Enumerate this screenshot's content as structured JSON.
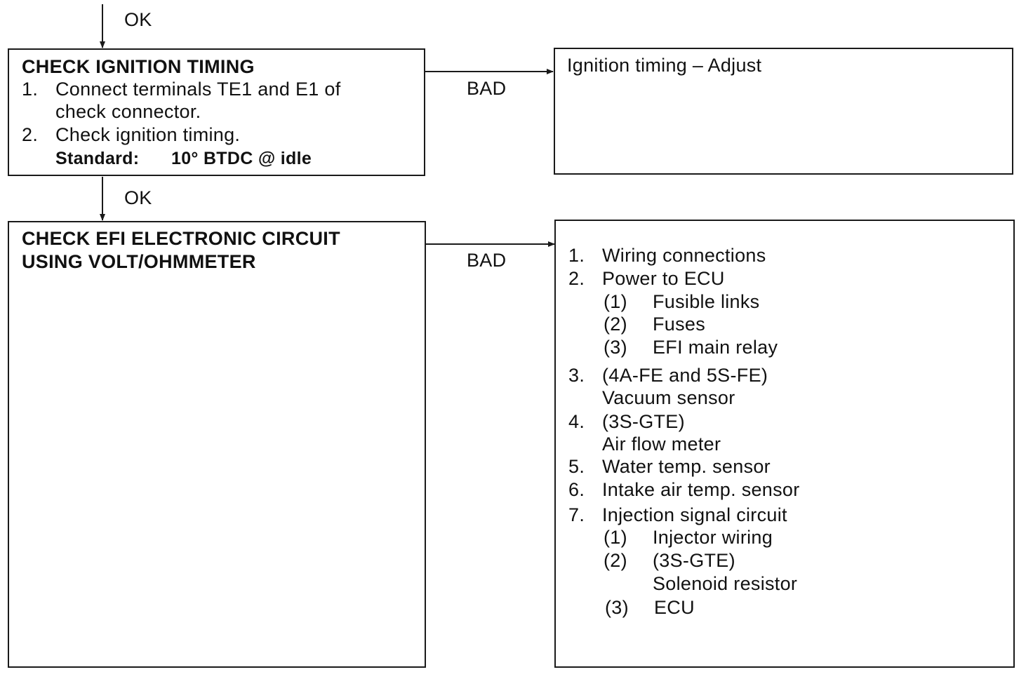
{
  "flow": {
    "top_ok": "OK",
    "mid_ok": "OK",
    "bad_1": "BAD",
    "bad_2": "BAD"
  },
  "step1": {
    "title": "CHECK IGNITION TIMING",
    "items": [
      {
        "num": "1.",
        "text": "Connect terminals TE1 and E1 of",
        "text2": "check connector."
      },
      {
        "num": "2.",
        "text": "Check ignition timing."
      }
    ],
    "standard_label": "Standard:",
    "standard_value": "10° BTDC @ idle"
  },
  "result1": {
    "text": "Ignition timing – Adjust"
  },
  "step2": {
    "title_line1": "CHECK EFI ELECTRONIC CIRCUIT",
    "title_line2": "USING VOLT/OHMMETER"
  },
  "result2": {
    "items": [
      {
        "num": "1.",
        "text": "Wiring connections"
      },
      {
        "num": "2.",
        "text": "Power to ECU"
      },
      {
        "num": "(1)",
        "text": "Fusible links"
      },
      {
        "num": "(2)",
        "text": "Fuses"
      },
      {
        "num": "(3)",
        "text": "EFI main relay"
      },
      {
        "num": "3.",
        "text": "(4A-FE and 5S-FE)"
      },
      {
        "num": "",
        "text": "Vacuum sensor"
      },
      {
        "num": "4.",
        "text": "(3S-GTE)"
      },
      {
        "num": "",
        "text": "Air flow meter"
      },
      {
        "num": "5.",
        "text": "Water temp. sensor"
      },
      {
        "num": "6.",
        "text": "Intake air temp. sensor"
      },
      {
        "num": "7.",
        "text": "Injection signal circuit"
      },
      {
        "num": "(1)",
        "text": "Injector wiring"
      },
      {
        "num": "(2)",
        "text": "(3S-GTE)"
      },
      {
        "num": "",
        "text": "Solenoid resistor"
      },
      {
        "num": "(3)",
        "text": "ECU"
      }
    ]
  }
}
